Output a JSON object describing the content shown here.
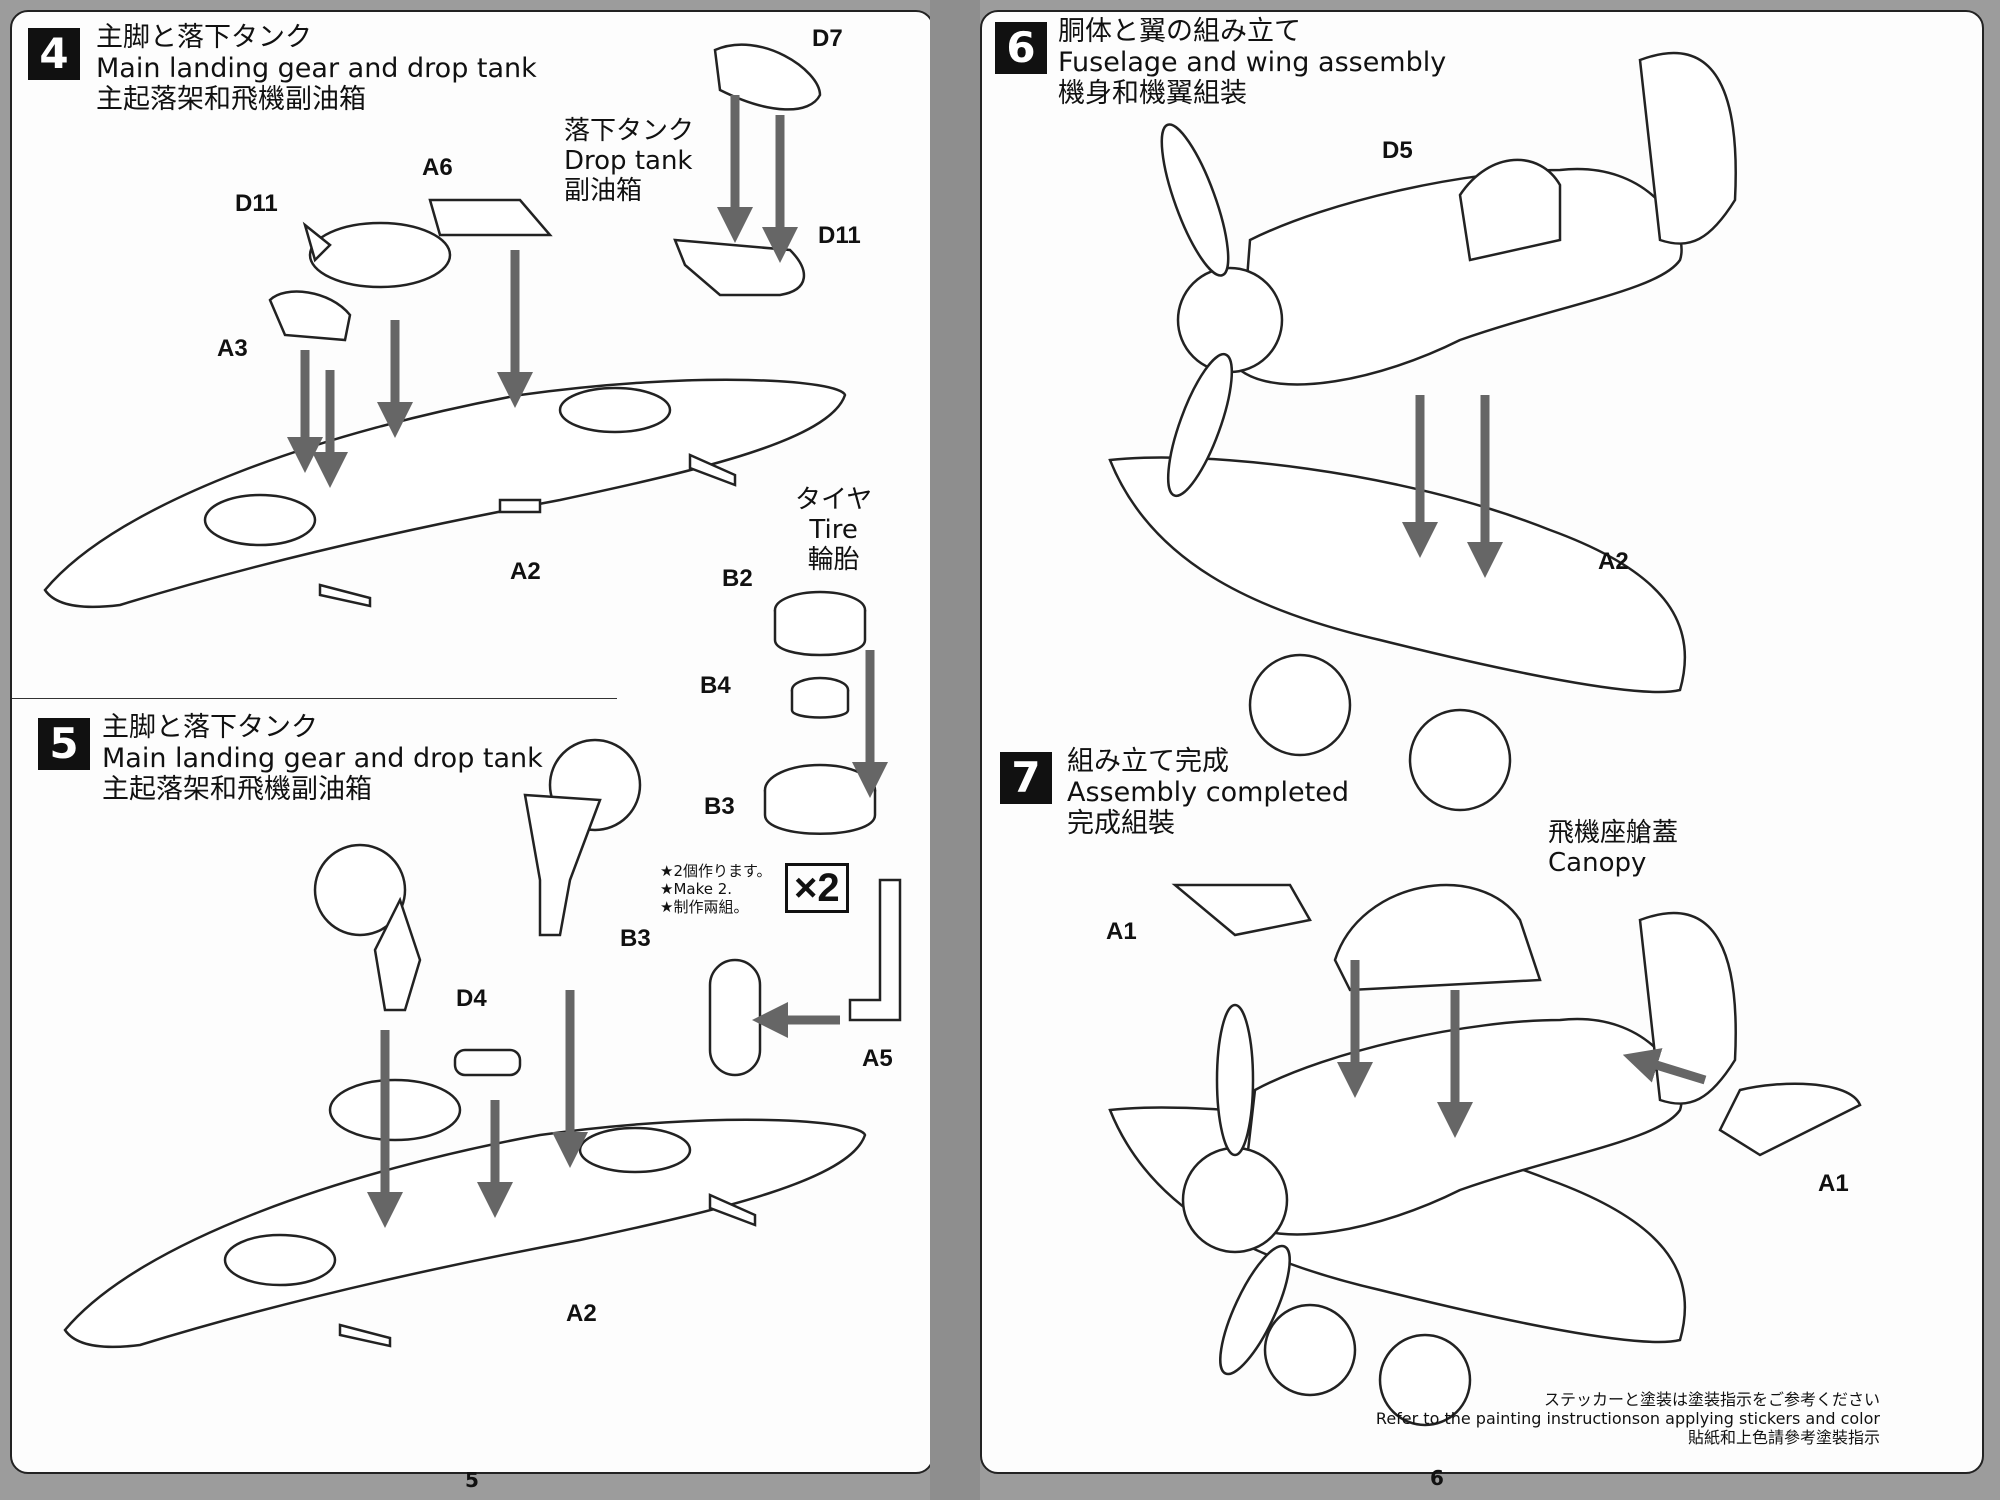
{
  "steps": {
    "s4": {
      "num": "4",
      "jp": "主脚と落下タンク",
      "en": "Main landing gear and drop tank",
      "cn": "主起落架和飛機副油箱"
    },
    "s5": {
      "num": "5",
      "jp": "主脚と落下タンク",
      "en": "Main landing gear and drop tank",
      "cn": "主起落架和飛機副油箱"
    },
    "s6": {
      "num": "6",
      "jp": "胴体と翼の組み立て",
      "en": "Fuselage and wing assembly",
      "cn": "機身和機翼組装"
    },
    "s7": {
      "num": "7",
      "jp": "組み立て完成",
      "en": "Assembly completed",
      "cn": "完成組裝"
    }
  },
  "parts": {
    "D7": "D7",
    "D11a": "D11",
    "D11b": "D11",
    "A6": "A6",
    "A3": "A3",
    "A2a": "A2",
    "B2": "B2",
    "B4": "B4",
    "B3a": "B3",
    "B3b": "B3",
    "D4": "D4",
    "A5": "A5",
    "A2b": "A2",
    "D5": "D5",
    "A2c": "A2",
    "A1a": "A1",
    "A1b": "A1"
  },
  "notes": {
    "drop_tank": {
      "jp": "落下タンク",
      "en": "Drop tank",
      "cn": "副油箱"
    },
    "tire": {
      "jp": "タイヤ",
      "en": "Tire",
      "cn": "輪胎"
    },
    "canopy": {
      "cn": "飛機座艙蓋",
      "en": "Canopy"
    },
    "make2": {
      "l1": "★2個作ります。",
      "l2": "★Make 2.",
      "l3": "★制作兩組。"
    },
    "x2": "×2"
  },
  "footer": {
    "jp": "ステッカーと塗装は塗装指示をご参考ください",
    "en": "Refer to the painting instructionson applying stickers and color",
    "cn": "貼紙和上色請參考塗裝指示"
  },
  "page_numbers": {
    "left": "5",
    "right": "6"
  }
}
